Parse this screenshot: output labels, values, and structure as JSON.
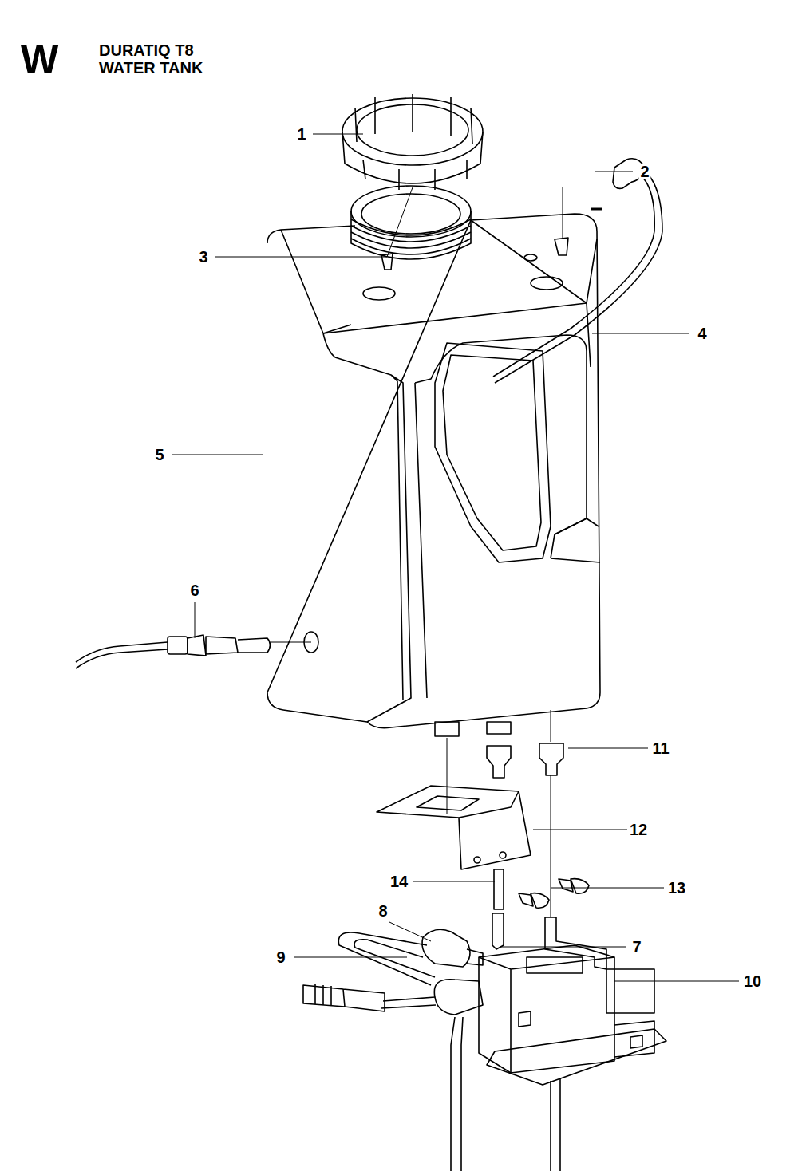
{
  "diagram": {
    "title": "DURATIQ T8 WATER TANK",
    "labels": [
      "W",
      "1",
      "2",
      "3",
      "4",
      "5",
      "6",
      "11",
      "12",
      "14",
      "13",
      "8",
      "9",
      "7",
      "10"
    ]
  }
}
